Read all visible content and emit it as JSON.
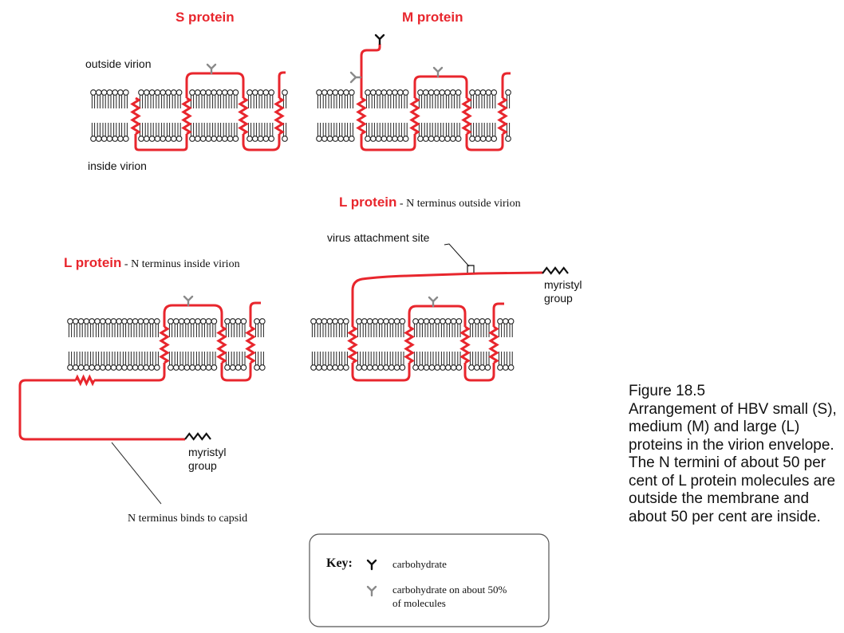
{
  "titles": {
    "s_protein": "S protein",
    "m_protein": "M protein",
    "l_protein": "L protein",
    "l_outside_suffix": " - N terminus outside virion",
    "l_inside_suffix": " - N terminus inside virion"
  },
  "labels": {
    "outside_virion": "outside virion",
    "inside_virion": "inside virion",
    "virus_attachment_site": "virus attachment site",
    "myristyl": "myristyl",
    "group": "group",
    "n_terminus_binds": "N terminus binds to capsid"
  },
  "key": {
    "title": "Key:",
    "carbohydrate": "carbohydrate",
    "partial_line1": "carbohydrate on about 50%",
    "partial_line2": "of molecules"
  },
  "caption": "Figure 18.5\nArrangement of HBV small (S), medium (M) and large (L) proteins in the virion envelope. The N termini of about 50 per cent of L protein molecules are outside the membrane and about 50 per cent are inside.",
  "colors": {
    "protein": "#e8262d",
    "carbohydrate": "#111111",
    "carbohydrate_partial": "#8a8a8a"
  }
}
